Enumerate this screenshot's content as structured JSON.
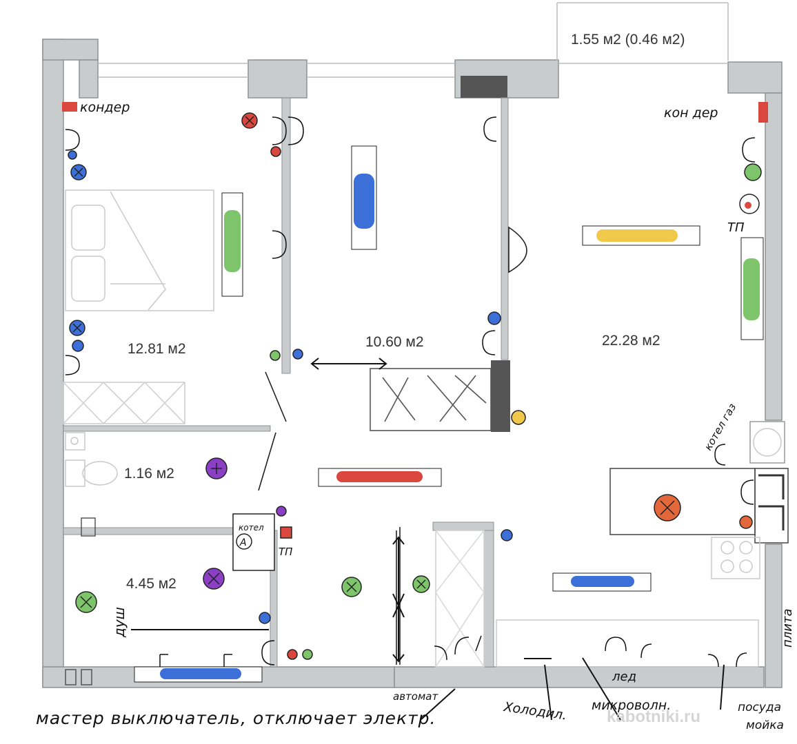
{
  "rooms": {
    "balcony": "1.55 м2 (0.46 м2)",
    "bedroom": "12.81 м2",
    "room2": "10.60 м2",
    "living": "22.28 м2",
    "wc": "1.16 м2",
    "bath": "4.45 м2"
  },
  "notes": {
    "konder_left": "кондер",
    "konder_right": "кон дер",
    "tp_right": "ТП",
    "tp_bath": "ТП",
    "kotel_box": "котел",
    "kotel_box_a": "А",
    "kotel_gaz": "котел газ",
    "dush": "душ",
    "avtomat": "автомат",
    "holodil": "Холодил.",
    "mikrovolnovka": "микроволн.",
    "posuda": "посуда",
    "moika": "мойка",
    "led": "лед",
    "plita": "плита",
    "bottom": "мастер выключатель, отключает электр."
  },
  "watermark": "kabotniki.ru",
  "colors": {
    "wall": "#c9cccd",
    "wall_dark": "#555555",
    "red_lamp": "#d9473f",
    "blue_lamp": "#3d6fd8",
    "green_lamp": "#7ec46a",
    "yellow_lamp": "#f0c84a",
    "purple_lamp": "#8b3fc4",
    "orange_lamp": "#e2673a"
  }
}
